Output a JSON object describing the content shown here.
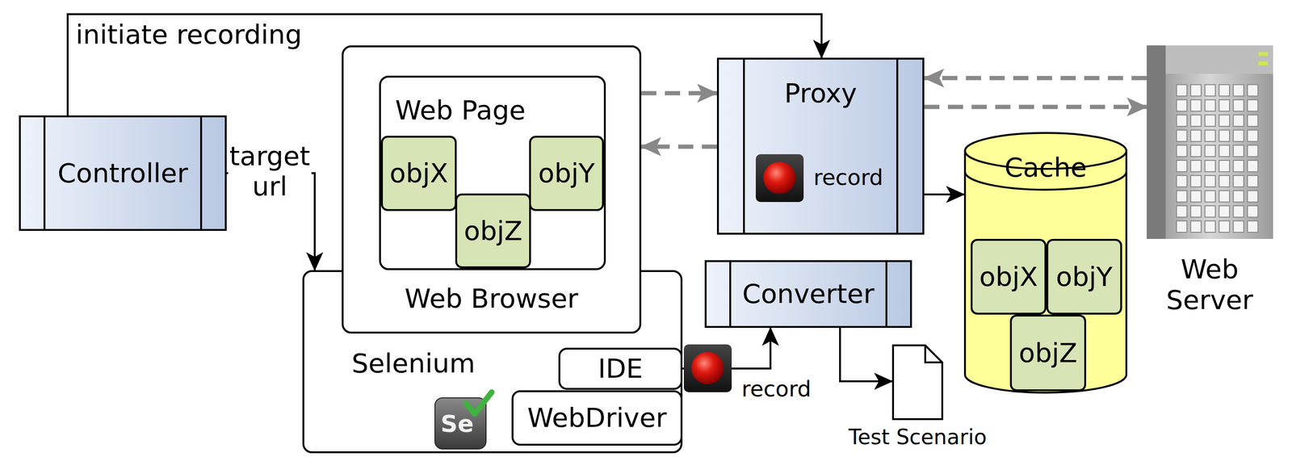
{
  "diagram": {
    "nodes": [
      {
        "text": [
          "Controller"
        ]
      },
      {
        "text": [
          "Web Browser"
        ]
      },
      {
        "text": [
          "Web Page"
        ],
        "in": 1
      },
      {
        "text": [
          "objX"
        ],
        "in": 2
      },
      {
        "text": [
          "objY"
        ],
        "in": 2
      },
      {
        "text": [
          "objZ"
        ],
        "in": 2
      },
      {
        "text": [
          "Selenium"
        ]
      },
      {
        "text": [
          "IDE"
        ],
        "in": 6
      },
      {
        "text": [
          "WebDriver"
        ],
        "in": 6
      },
      {
        "text": [
          "Proxy",
          "record"
        ]
      },
      {
        "text": [
          "Converter"
        ]
      },
      {
        "text": [
          "Test Scenario"
        ]
      },
      {
        "text": [
          "Cache"
        ]
      },
      {
        "text": [
          "objX"
        ],
        "in": 12
      },
      {
        "text": [
          "objY"
        ],
        "in": 12
      },
      {
        "text": [
          "objZ"
        ],
        "in": 12
      },
      {
        "text": [
          "Web Server"
        ]
      }
    ],
    "edges": [
      {
        "from": 0,
        "to": 9,
        "arrow": "to",
        "label": "initiate recording"
      },
      {
        "from": 0,
        "to": 6,
        "arrow": "to",
        "label": "target url"
      },
      {
        "from": 1,
        "to": 9,
        "arrow": "to"
      },
      {
        "from": 9,
        "to": 1,
        "arrow": "to"
      },
      {
        "from": 16,
        "to": 9,
        "arrow": "to"
      },
      {
        "from": 9,
        "to": 16,
        "arrow": "to"
      },
      {
        "from": 9,
        "to": 12,
        "arrow": "to"
      },
      {
        "from": 7,
        "to": 10,
        "arrow": "to"
      },
      {
        "from": 10,
        "to": 11,
        "arrow": "to"
      }
    ],
    "labels": [
      "record",
      "Se"
    ]
  }
}
